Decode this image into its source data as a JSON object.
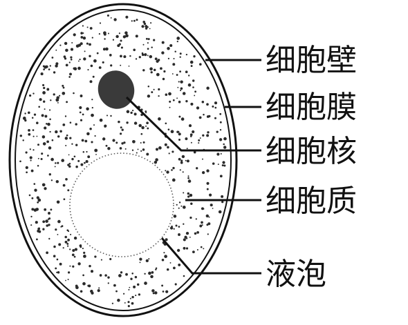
{
  "diagram": {
    "labels": {
      "cell_wall": "细胞壁",
      "cell_membrane": "细胞膜",
      "nucleus": "细胞核",
      "cytoplasm": "细胞质",
      "vacuole": "液泡"
    },
    "colors": {
      "line": "#111111",
      "dot": "#2a2a2a",
      "background": "#ffffff"
    }
  }
}
